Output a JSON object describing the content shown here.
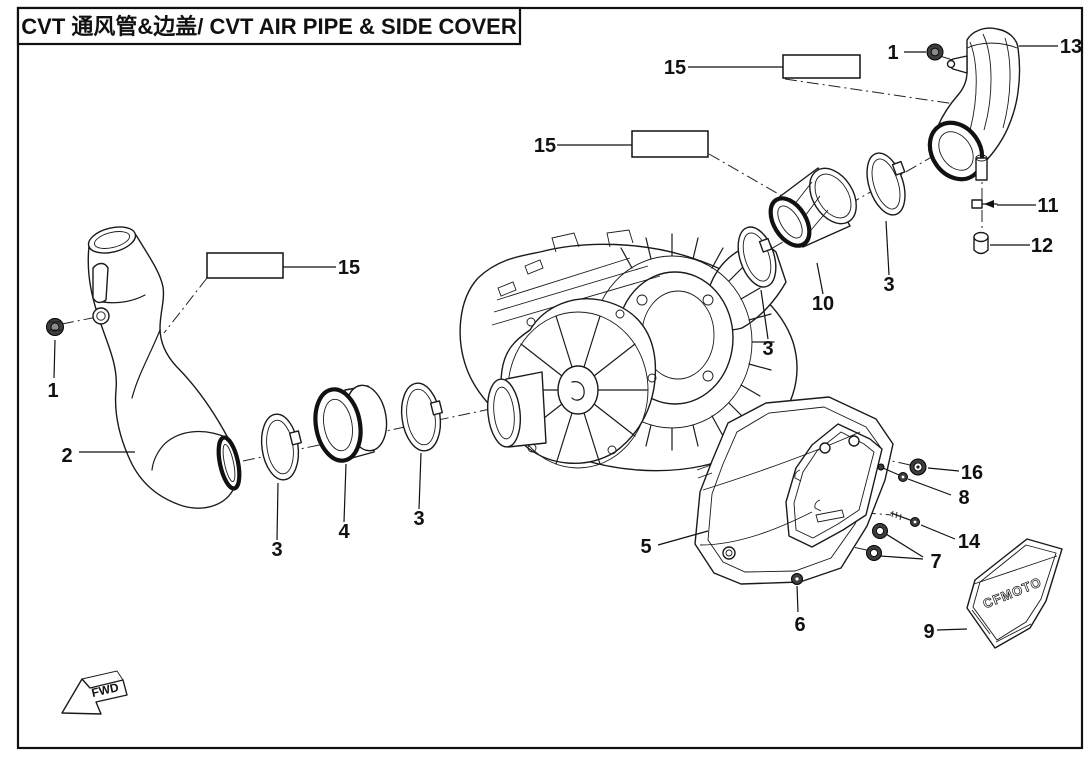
{
  "title": "CVT 通风管&边盖/ CVT AIR PIPE & SIDE COVER",
  "direction_marker": "FWD",
  "badge_text": "CFMOTO",
  "callouts": [
    "1",
    "2",
    "3",
    "4",
    "3",
    "15",
    "15",
    "15",
    "1",
    "13",
    "3",
    "10",
    "3",
    "11",
    "12",
    "5",
    "16",
    "8",
    "14",
    "7",
    "6",
    "9"
  ]
}
